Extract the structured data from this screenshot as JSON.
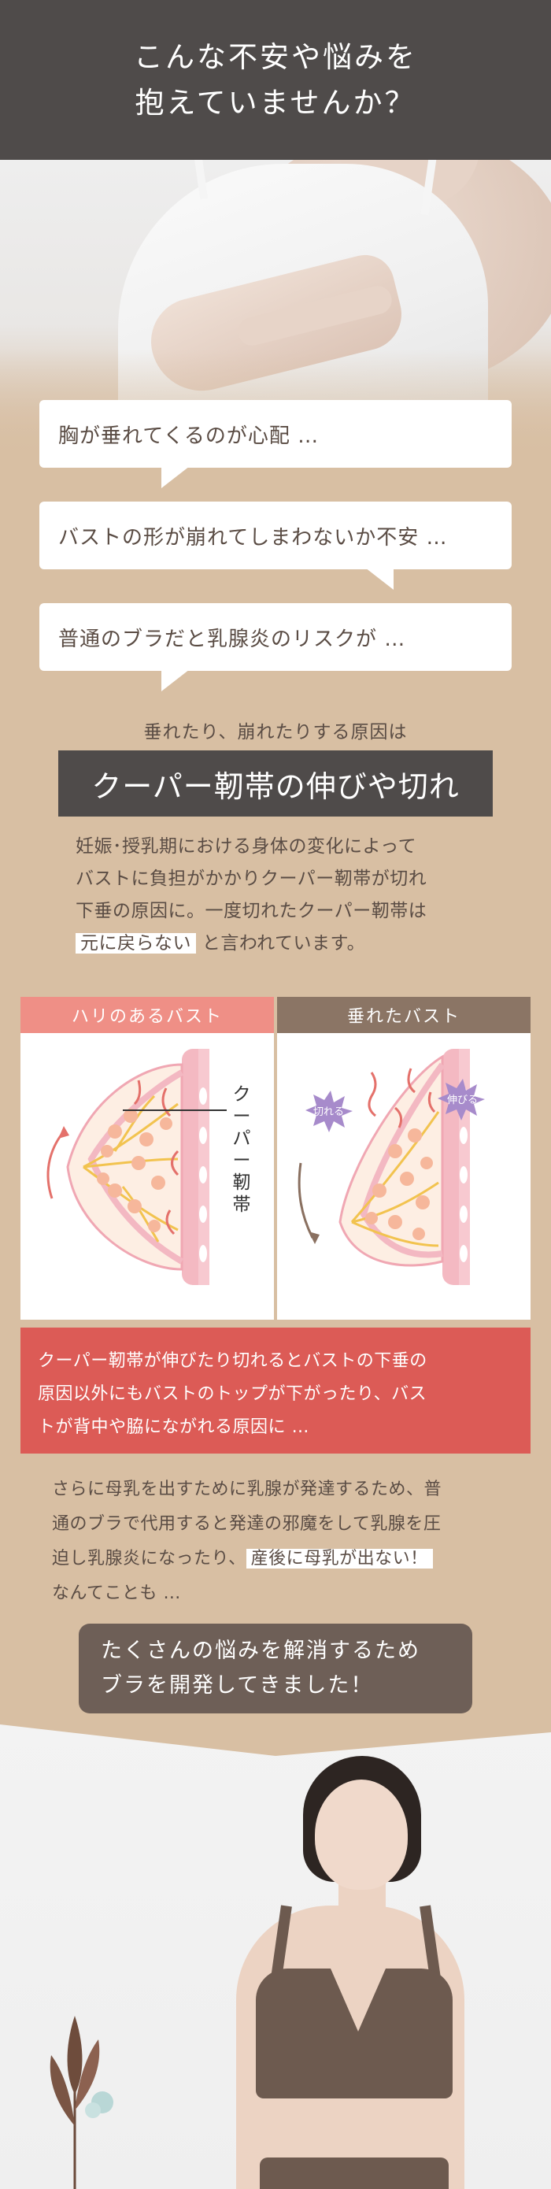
{
  "header": {
    "title": "こんな不安や悩みを\n抱えていませんか？"
  },
  "worries": [
    "胸が垂れてくるのが心配 …",
    "バストの形が崩れてしまわないか不安 …",
    "普通のブラだと乳腺炎のリスクが …"
  ],
  "cause": {
    "intro": "垂れたり、崩れたりする原因は",
    "title": "クーパー靭帯の伸びや切れ",
    "para_lines": [
      "妊娠･授乳期における身体の変化によって",
      "バストに負担がかかりクーパー靭帯が切れ",
      "下垂の原因に。一度切れたクーパー靭帯は"
    ],
    "para_highlight": "元に戻らない",
    "para_tail": "と言われています。"
  },
  "diagram": {
    "left_title": "ハリのあるバスト",
    "right_title": "垂れたバスト",
    "ligament_label": "クーパー靭帯",
    "burst_cut": "切れる",
    "burst_stretch": "伸びる"
  },
  "warning": {
    "lines": [
      "クーパー靭帯が伸びたり切れるとバストの下垂の",
      "原因以外にもバストのトップが下がったり、バス",
      "トが背中や脇にながれる原因に …"
    ]
  },
  "mastitis": {
    "line1": "さらに母乳を出すために乳腺が発達するため、普",
    "line2": "通のブラで代用すると発達の邪魔をして乳腺を圧",
    "line3_pre": "迫し乳腺炎になったり、",
    "highlight": "産後に母乳が出ない！",
    "line4": "なんてことも …"
  },
  "development": {
    "text": "たくさんの悩みを解消するため\nブラを開発してきました！"
  },
  "colors": {
    "background": "#d8bfa3",
    "header": "#4f4b4a",
    "pink_head": "#ef8f86",
    "brown_head": "#8b7565",
    "warning_red": "#dc5b56",
    "dev_box": "#6e5f57",
    "burst_purple": "#a78bcb"
  }
}
